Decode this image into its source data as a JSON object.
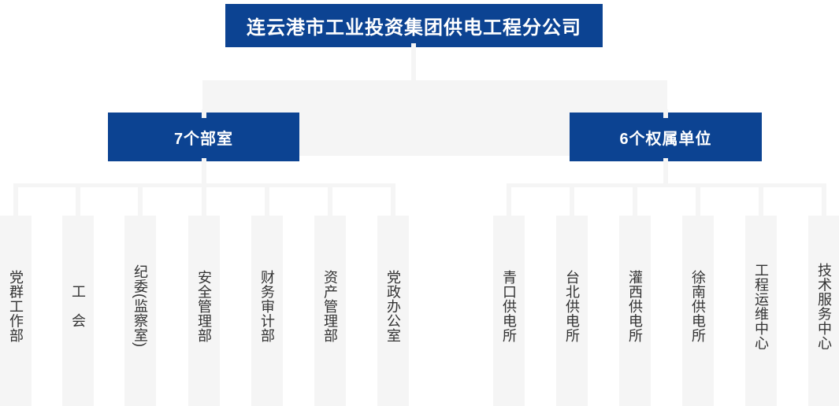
{
  "org_chart": {
    "type": "org-tree",
    "root": {
      "label": "连云港市工业投资集团供电工程分公司"
    },
    "groups": [
      {
        "label": "7个部室",
        "children": [
          "党群工作部",
          "工　会",
          "纪委(监察室)",
          "安全管理部",
          "财务审计部",
          "资产管理部",
          "党政办公室"
        ]
      },
      {
        "label": "6个权属单位",
        "children": [
          "青口供电所",
          "台北供电所",
          "灌西供电所",
          "徐南供电所",
          "工程运维中心",
          "技术服务中心"
        ]
      }
    ]
  },
  "colors": {
    "node_blue": "#0c4392",
    "connector_gray": "#f5f5f5",
    "leaf_background": "#f5f5f5",
    "node_text": "#ffffff",
    "leaf_text": "#333333",
    "page_background": "#ffffff"
  }
}
